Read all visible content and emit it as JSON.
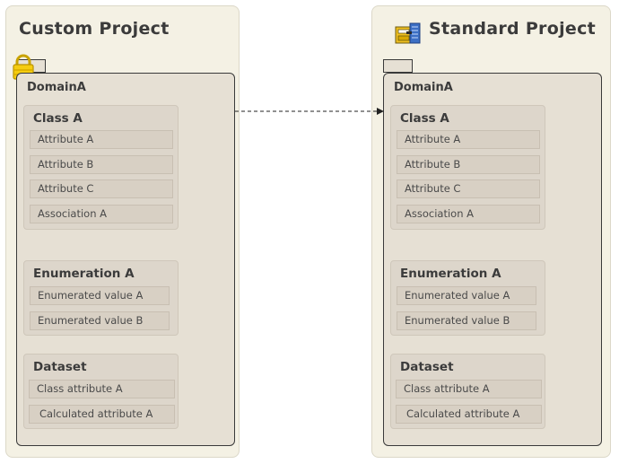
{
  "custom": {
    "title": "Custom Project",
    "domain": "DomainA",
    "class_card": {
      "title": "Class A",
      "rows": [
        "Attribute A",
        "Attribute B",
        "Attribute C",
        "Association A"
      ]
    },
    "enum_card": {
      "title": "Enumeration A",
      "rows": [
        "Enumerated value A",
        "Enumerated value B"
      ]
    },
    "dataset_card": {
      "title": "Dataset",
      "rows": [
        "Class attribute A",
        "Calculated attribute A"
      ]
    }
  },
  "standard": {
    "title": "Standard Project",
    "domain": "DomainA",
    "class_card": {
      "title": "Class A",
      "rows": [
        "Attribute A",
        "Attribute B",
        "Attribute C",
        "Association A"
      ]
    },
    "enum_card": {
      "title": "Enumeration A",
      "rows": [
        "Enumerated value A",
        "Enumerated value B"
      ]
    },
    "dataset_card": {
      "title": "Dataset",
      "rows": [
        "Class attribute A",
        "Calculated attribute A"
      ]
    }
  },
  "icons": {
    "custom_badge": "lock-icon",
    "standard_badge": "archive-package-icon"
  },
  "colors": {
    "panel": "#f4f1e4",
    "domain": "#e6e0d4",
    "card": "#ddd6cb",
    "row": "#d8d0c4",
    "lock": "#f2c400"
  }
}
